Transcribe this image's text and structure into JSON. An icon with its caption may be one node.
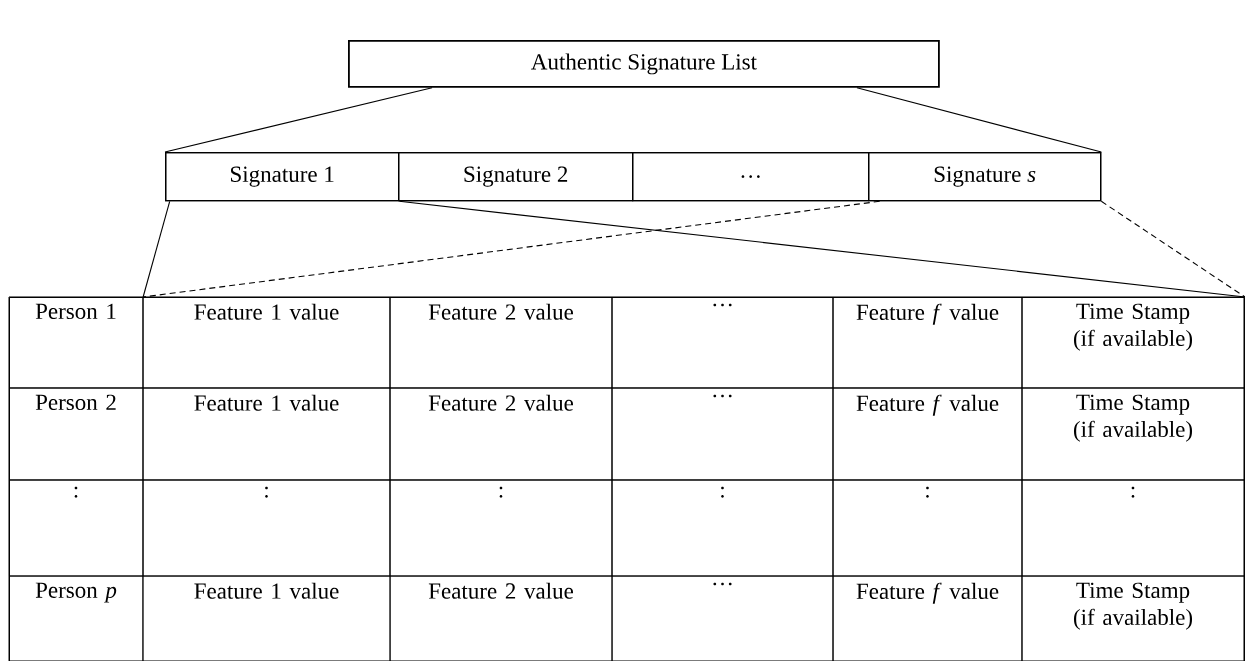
{
  "diagram": {
    "nodes": [
      {
        "text": [
          "Authentic Signature List"
        ]
      },
      {
        "text": [],
        "shape": "box"
      },
      {
        "text": [
          "Signature 1"
        ],
        "in": 1
      },
      {
        "text": [
          "Signature 2"
        ],
        "in": 1
      },
      {
        "text": [
          "…"
        ],
        "in": 1
      },
      {
        "text": [
          "Signature *s*"
        ],
        "in": 1
      },
      {
        "text": [],
        "shape": "box"
      }
    ],
    "edges": [
      {
        "from": 0,
        "to": 1,
        "arrow": "none"
      },
      {
        "from": 0,
        "to": 1,
        "arrow": "none"
      },
      {
        "from": 2,
        "to": 6,
        "arrow": "none"
      },
      {
        "from": 2,
        "to": 6,
        "arrow": "none"
      },
      {
        "from": 5,
        "to": 6,
        "arrow": "none",
        "style": "dashed"
      },
      {
        "from": 5,
        "to": 6,
        "arrow": "none",
        "style": "dashed"
      }
    ],
    "labels": [
      "Person 1",
      "Feature 1 value",
      "Feature 2 value",
      "…",
      "Feature *f* value",
      "Time Stamp (if available)",
      "Person 2",
      "Feature 1 value",
      "Feature 2 value",
      "…",
      "Feature *f* value",
      "Time Stamp (if available)",
      ":",
      ":",
      ":",
      ":",
      ":",
      ":",
      "Person *p*",
      "Feature 1 value",
      "Feature 2 value",
      "…",
      "Feature *f* value",
      "Time Stamp (if available)"
    ]
  }
}
